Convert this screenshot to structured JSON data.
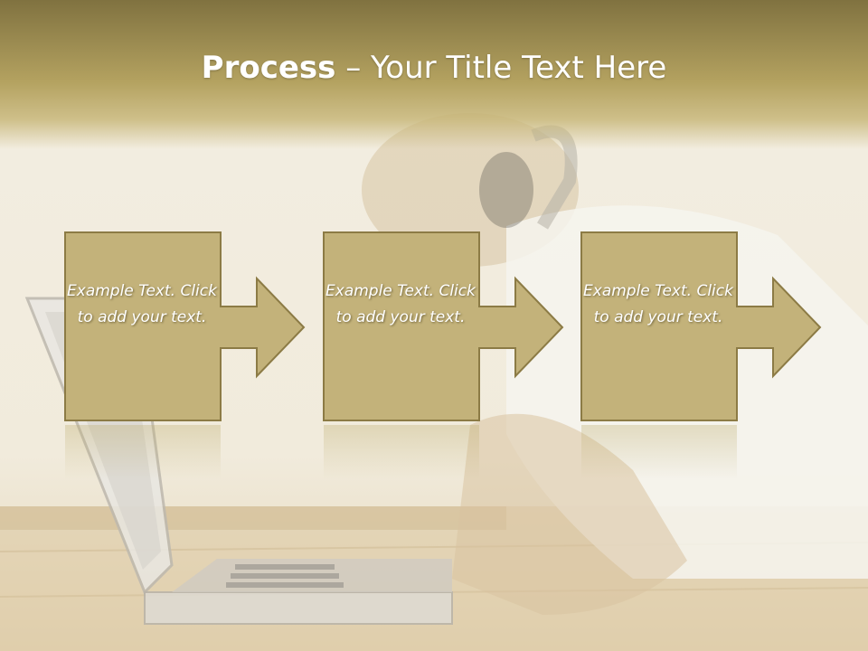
{
  "slide": {
    "title_bold": "Process",
    "title_sep": "–",
    "title_rest": "Your Title Text Here"
  },
  "steps": [
    {
      "text": "Example Text. Click  to add your text."
    },
    {
      "text": "Example Text. Click  to add your text."
    },
    {
      "text": "Example Text. Click  to add your text."
    }
  ],
  "colors": {
    "box_fill": "#c3b27a",
    "box_border": "#8c7b45",
    "title_band_top": "#807240",
    "title_band_bottom": "#b4a260"
  }
}
